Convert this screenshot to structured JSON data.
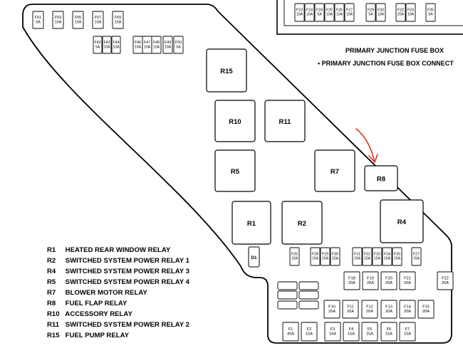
{
  "primary_box": {
    "title": "PRIMARY JUNCTION FUSE BOX",
    "note": "PRIMARY JUNCTION FUSE BOX CONNECT",
    "note_bullet": "•",
    "fuses": [
      {
        "id": "F23",
        "amp": "10A"
      },
      {
        "id": "F24",
        "amp": "10A"
      },
      {
        "id": "F24",
        "amp": "5A"
      },
      {
        "id": "F25",
        "amp": "10A"
      },
      {
        "id": "F26",
        "amp": "10A"
      },
      {
        "id": "F27",
        "amp": "10A"
      },
      {
        "id": "F29",
        "amp": "5A"
      },
      {
        "id": "F30",
        "amp": "10A"
      },
      {
        "id": "F32",
        "amp": "20A"
      },
      {
        "id": "F33",
        "amp": "10A"
      },
      {
        "id": "F35",
        "amp": "5A"
      }
    ]
  },
  "top_fuses": [
    {
      "id": "F51",
      "amp": "5A"
    },
    {
      "id": "F53",
      "amp": "10A"
    },
    {
      "id": "F55",
      "amp": "10A"
    },
    {
      "id": "F57",
      "amp": "10A"
    },
    {
      "id": "F59",
      "amp": "15A"
    }
  ],
  "mini_fuses_a": [
    {
      "id": "F42",
      "amp": "5A"
    },
    {
      "id": "F43",
      "amp": "10A"
    },
    {
      "id": "F44",
      "amp": "10A"
    }
  ],
  "mini_fuses_b": [
    {
      "id": "F46",
      "amp": "10A"
    },
    {
      "id": "F47",
      "amp": "15A"
    },
    {
      "id": "F48",
      "amp": "10A"
    },
    {
      "id": "F49",
      "amp": "10A"
    },
    {
      "id": "F50",
      "amp": "5A"
    }
  ],
  "relays": [
    "R15",
    "R10",
    "R11",
    "R5",
    "R7",
    "R8",
    "R1",
    "R2",
    "R4"
  ],
  "diode": "D1",
  "fuse_row1": [
    {
      "id": "F26",
      "amp": "15A"
    },
    {
      "id": "F28",
      "amp": "15A"
    },
    {
      "id": "F29",
      "amp": "15A"
    },
    {
      "id": "F30",
      "amp": "15A"
    },
    {
      "id": "F31",
      "amp": "15A"
    },
    {
      "id": "F32",
      "amp": "15A"
    },
    {
      "id": "F33",
      "amp": "15A"
    },
    {
      "id": "F34",
      "amp": "15A"
    },
    {
      "id": "F35",
      "amp": "15A"
    },
    {
      "id": "F27",
      "amp": "15A"
    }
  ],
  "fuse_row2": [
    {
      "id": "F18",
      "amp": "20A"
    },
    {
      "id": "F19",
      "amp": "20A"
    },
    {
      "id": "F20",
      "amp": "20A"
    },
    {
      "id": "F21",
      "amp": "20A"
    },
    {
      "id": "F22",
      "amp": "20A"
    }
  ],
  "fuse_row3": [
    {
      "id": "F10",
      "amp": "25A"
    },
    {
      "id": "F11",
      "amp": "20A"
    },
    {
      "id": "F12",
      "amp": "20A"
    },
    {
      "id": "F13",
      "amp": "20A"
    },
    {
      "id": "F14",
      "amp": "20A"
    },
    {
      "id": "F15",
      "amp": "20A"
    }
  ],
  "fuse_row4": [
    {
      "id": "F1",
      "amp": "40A"
    },
    {
      "id": "F2",
      "amp": "15A"
    },
    {
      "id": "F3",
      "amp": "16A"
    },
    {
      "id": "F4",
      "amp": "15A"
    },
    {
      "id": "F5",
      "amp": "15A"
    },
    {
      "id": "F6",
      "amp": "15A"
    },
    {
      "id": "F7",
      "amp": "15A"
    }
  ],
  "legend": [
    {
      "code": "R1",
      "label": "HEATED REAR WINDOW RELAY"
    },
    {
      "code": "R2",
      "label": "SWITCHED SYSTEM POWER RELAY 1"
    },
    {
      "code": "R4",
      "label": "SWITCHED SYSTEM POWER RELAY 3"
    },
    {
      "code": "R5",
      "label": "SWITCHED SYSTEM POWER RELAY 4"
    },
    {
      "code": "R7",
      "label": "BLOWER MOTOR RELAY"
    },
    {
      "code": "R8",
      "label": "FUEL FLAP RELAY"
    },
    {
      "code": "R10",
      "label": "ACCESSORY RELAY"
    },
    {
      "code": "R11",
      "label": "SWITCHED SYSTEM POWER RELAY 2"
    },
    {
      "code": "R15",
      "label": "FUEL PUMP RELAY"
    }
  ],
  "colors": {
    "ink": "#000000",
    "arrow": "#e0301e",
    "paper": "#ffffff"
  }
}
